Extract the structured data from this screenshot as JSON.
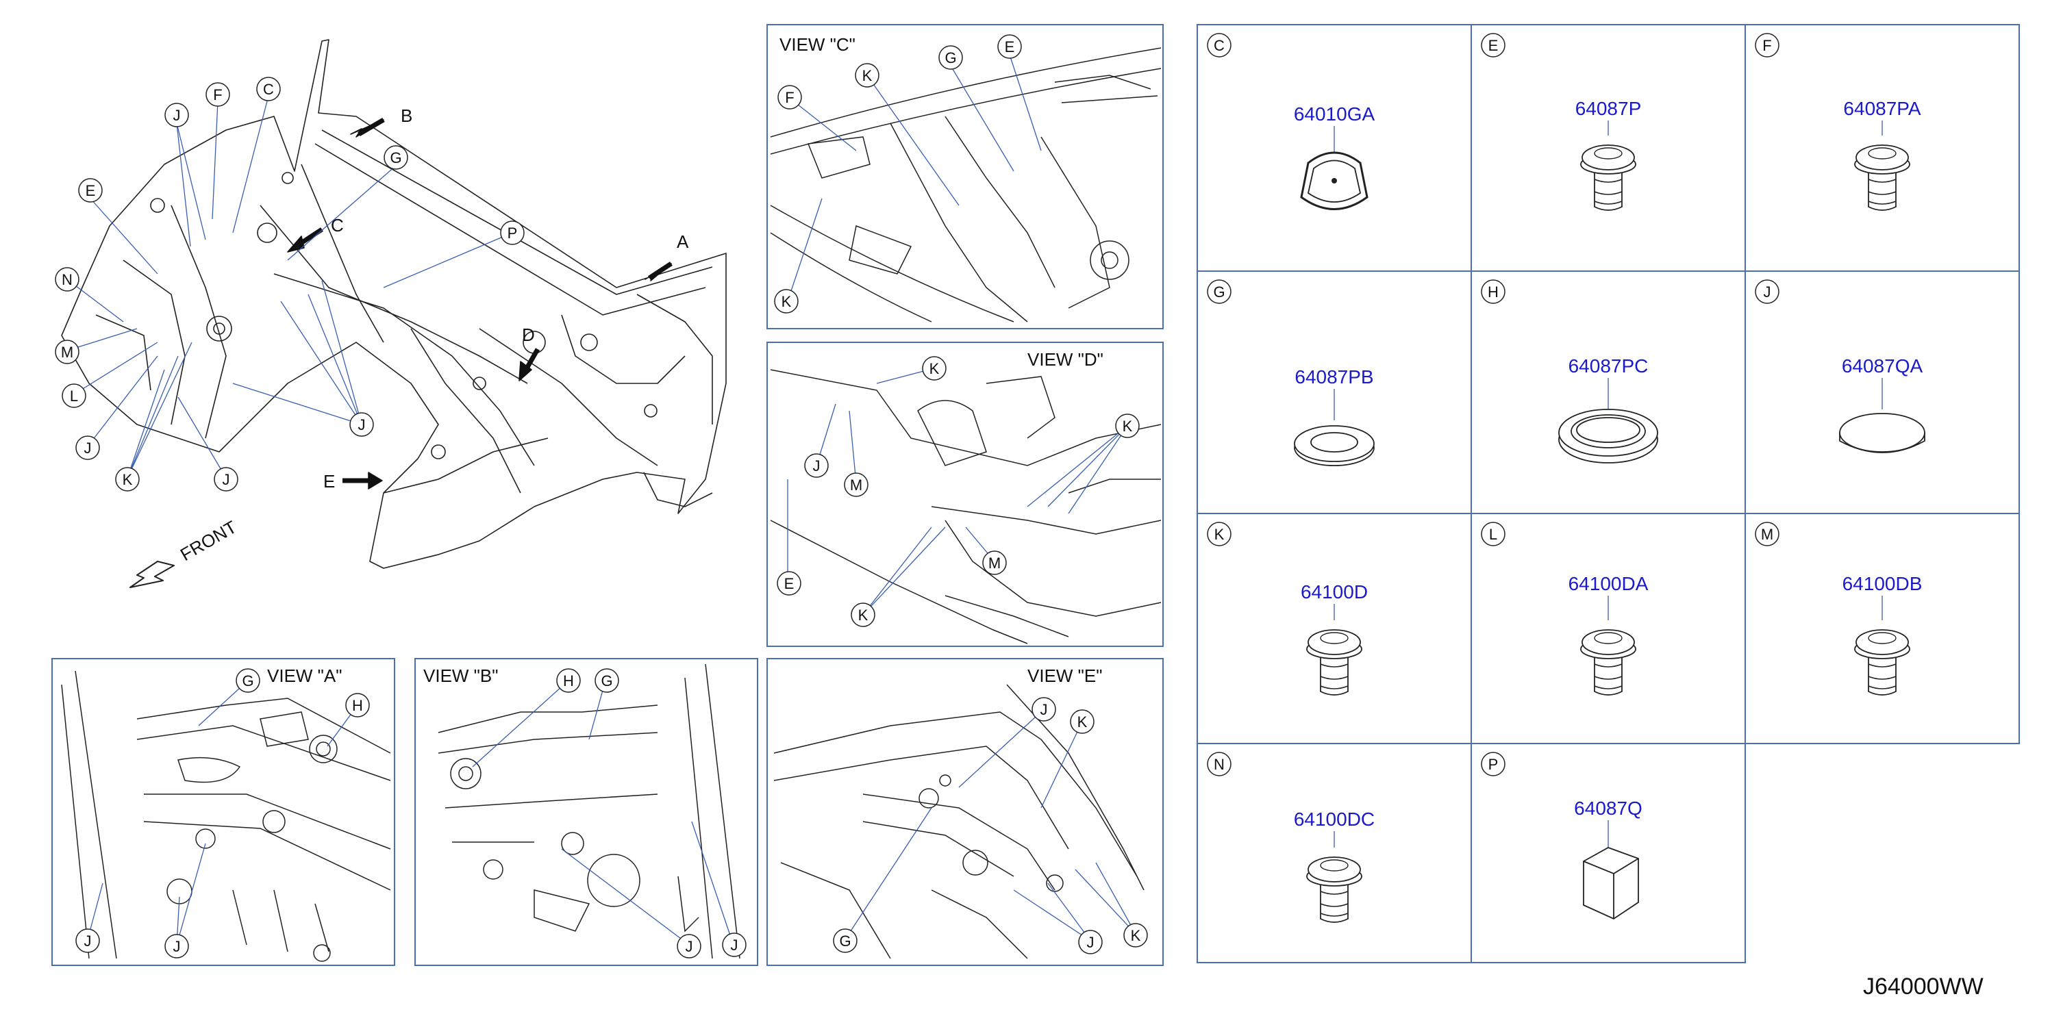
{
  "diagram_code": "J64000WW",
  "main_view": {
    "front_label": "FRONT",
    "arrow_labels": [
      "A",
      "B",
      "C",
      "D",
      "E"
    ],
    "callouts": [
      "J",
      "F",
      "C",
      "G",
      "E",
      "P",
      "N",
      "M",
      "L",
      "J",
      "K",
      "J",
      "J"
    ]
  },
  "views": [
    {
      "id": "C",
      "title": "VIEW   \"C\"",
      "callouts": [
        "K",
        "G",
        "E",
        "F",
        "K"
      ]
    },
    {
      "id": "D",
      "title": "VIEW   \"D\"",
      "callouts": [
        "K",
        "K",
        "J",
        "M",
        "E",
        "M",
        "K"
      ]
    },
    {
      "id": "A",
      "title": "VIEW   \"A\"",
      "callouts": [
        "G",
        "H",
        "J",
        "J"
      ]
    },
    {
      "id": "B",
      "title": "VIEW   \"B\"",
      "callouts": [
        "H",
        "G",
        "J",
        "J"
      ]
    },
    {
      "id": "E",
      "title": "VIEW   \"E\"",
      "callouts": [
        "J",
        "K",
        "G",
        "J",
        "K"
      ]
    }
  ],
  "parts": [
    {
      "letter": "C",
      "number": "64010GA",
      "shape": "oval-grommet"
    },
    {
      "letter": "E",
      "number": "64087P",
      "shape": "plug"
    },
    {
      "letter": "F",
      "number": "64087PA",
      "shape": "plug"
    },
    {
      "letter": "G",
      "number": "64087PB",
      "shape": "ring-grommet"
    },
    {
      "letter": "H",
      "number": "64087PC",
      "shape": "large-ring-grommet"
    },
    {
      "letter": "J",
      "number": "64087QA",
      "shape": "disc-cap"
    },
    {
      "letter": "K",
      "number": "64100D",
      "shape": "plug"
    },
    {
      "letter": "L",
      "number": "64100DA",
      "shape": "plug"
    },
    {
      "letter": "M",
      "number": "64100DB",
      "shape": "plug"
    },
    {
      "letter": "N",
      "number": "64100DC",
      "shape": "plug"
    },
    {
      "letter": "P",
      "number": "64087Q",
      "shape": "pad-block"
    }
  ],
  "colors": {
    "part_number": "#1a1acc",
    "frame": "#4b6fb0",
    "line": "#222222",
    "leader": "#3a5fb0"
  }
}
